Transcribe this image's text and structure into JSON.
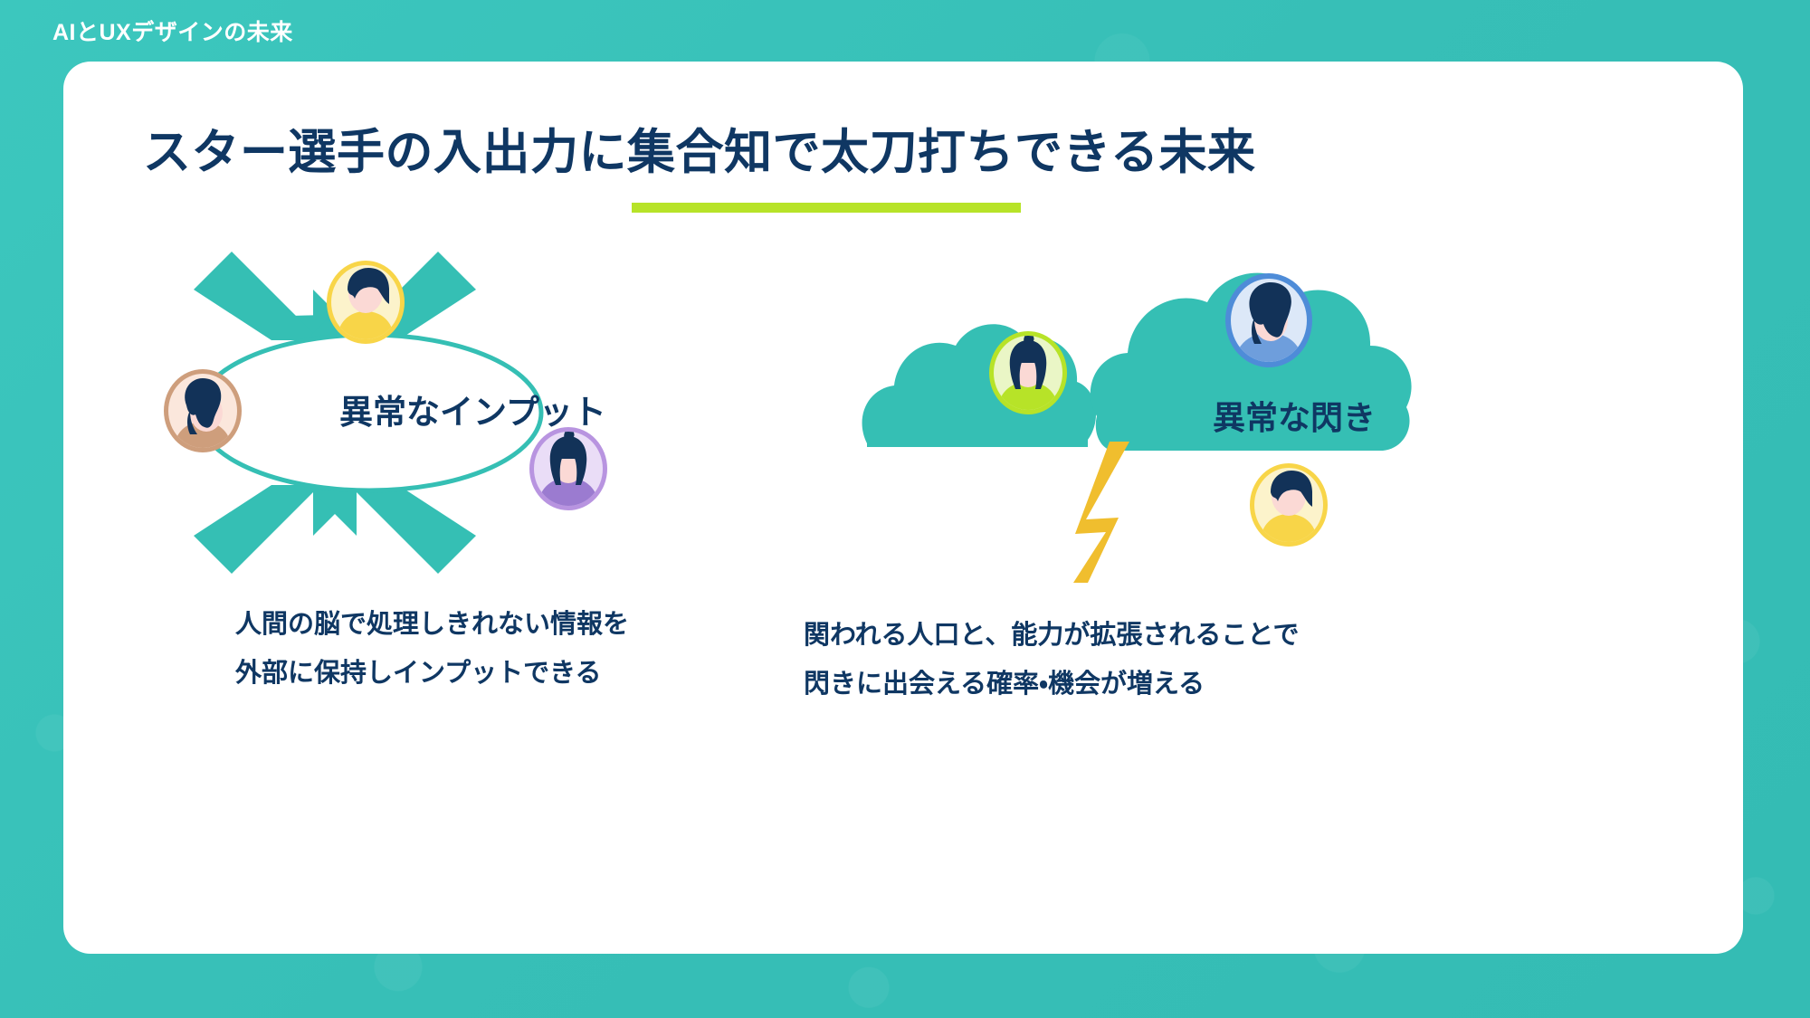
{
  "palette": {
    "background_teal": "#3AC4BC",
    "card_white": "#FFFFFF",
    "title_navy": "#0F3763",
    "underline_green": "#B7E328",
    "arrow_teal": "#35BFB4",
    "cloud_teal": "#35BFB4",
    "ellipse_stroke_teal": "#35BFB4",
    "lightning_yellow": "#F0BE2E",
    "avatar_yellow_bg": "#FCF3CB",
    "avatar_yellow_ring": "#F8D548",
    "avatar_yellow_body": "#F8D548",
    "avatar_tan_bg": "#FBE7DC",
    "avatar_tan_ring": "#CE9E7C",
    "avatar_tan_body": "#CE9E7C",
    "avatar_purple_bg": "#EADDF7",
    "avatar_purple_ring": "#B894E0",
    "avatar_purple_body": "#9B7BD0",
    "avatar_green_bg": "#EAF6C6",
    "avatar_green_ring": "#B7E328",
    "avatar_green_body": "#B7E328",
    "avatar_blue_bg": "#DCE8F8",
    "avatar_blue_ring": "#4E8CD8",
    "avatar_blue_body": "#6E9EDC",
    "hair_navy": "#123258",
    "skin_pink": "#FBD9D5"
  },
  "header": {
    "title": "AIとUXデザインの未来"
  },
  "slide": {
    "title": "スター選手の入出力に集合知で太刀打ちできる未来",
    "title_underline_segment": "集合知で太刀打ちできる"
  },
  "panels": {
    "left": {
      "label": "異常なインプット",
      "graphic": "ellipse-with-inward-arrows-and-avatars",
      "arrows": [
        {
          "name": "arrow-top-left",
          "direction": "down-right"
        },
        {
          "name": "arrow-top-right",
          "direction": "down-left"
        },
        {
          "name": "arrow-bottom-left",
          "direction": "up-right"
        },
        {
          "name": "arrow-bottom-right",
          "direction": "up-left"
        }
      ],
      "avatars": [
        {
          "name": "avatar-top-yellow",
          "color": "yellow",
          "hair": "short"
        },
        {
          "name": "avatar-left-tan",
          "color": "tan",
          "hair": "bun"
        },
        {
          "name": "avatar-right-purple",
          "color": "purple",
          "hair": "topknot"
        }
      ],
      "caption_lines": [
        "人間の脳で処理しきれない情報を",
        "外部に保持しインプットできる"
      ]
    },
    "right": {
      "label": "異常な閃き",
      "graphic": "clouds-with-lightning-and-avatars",
      "icons": [
        {
          "name": "cloud-left",
          "color": "teal"
        },
        {
          "name": "cloud-right",
          "color": "teal"
        },
        {
          "name": "lightning-bolt",
          "color": "yellow"
        }
      ],
      "avatars": [
        {
          "name": "avatar-cloud-green",
          "color": "green",
          "hair": "topknot"
        },
        {
          "name": "avatar-cloud-blue",
          "color": "blue",
          "hair": "bun"
        },
        {
          "name": "avatar-bottom-yellow",
          "color": "yellow",
          "hair": "short"
        }
      ],
      "caption_lines": [
        "関われる人口と、能力が拡張されることで",
        "閃きに出会える確率・機会が増える"
      ]
    }
  }
}
